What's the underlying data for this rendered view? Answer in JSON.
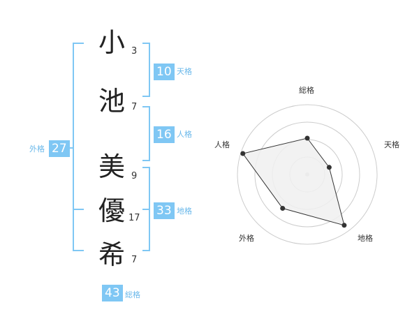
{
  "name_chars": [
    {
      "char": "小",
      "strokes": "3"
    },
    {
      "char": "池",
      "strokes": "7"
    },
    {
      "char": "美",
      "strokes": "9"
    },
    {
      "char": "優",
      "strokes": "17"
    },
    {
      "char": "希",
      "strokes": "7"
    }
  ],
  "groups": {
    "tenkaku": {
      "value": "10",
      "label": "天格"
    },
    "jinkaku": {
      "value": "16",
      "label": "人格"
    },
    "chikaku": {
      "value": "33",
      "label": "地格"
    },
    "gaikaku": {
      "value": "27",
      "label": "外格"
    },
    "soukaku": {
      "value": "43",
      "label": "総格"
    }
  },
  "chart_data": {
    "type": "radar",
    "axes": [
      "総格",
      "天格",
      "地格",
      "外格",
      "人格"
    ],
    "levels": 4,
    "values": [
      0.52,
      0.33,
      0.9,
      0.6,
      0.97
    ],
    "colors": {
      "fill": "#f0f0f0",
      "line": "#333333",
      "point": "#333333",
      "grid": "#cccccc"
    }
  },
  "colors": {
    "accent": "#7fc7f4",
    "accent_text": "#6ab8ea"
  }
}
